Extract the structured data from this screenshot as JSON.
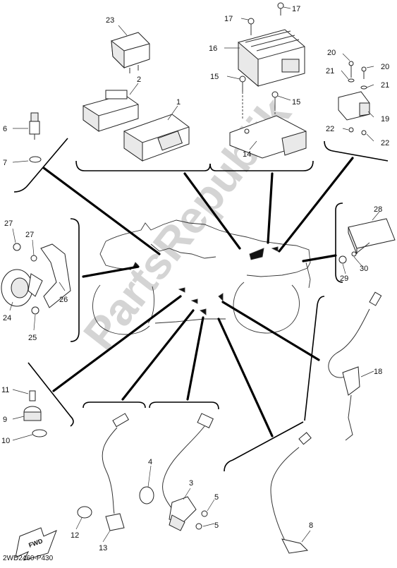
{
  "diagram": {
    "code": "2WD2460-P430",
    "fwd_label": "FWD",
    "watermark": "PartsRepublik",
    "callouts": {
      "c1": "1",
      "c2": "2",
      "c3": "3",
      "c4": "4",
      "c5a": "5",
      "c5b": "5",
      "c6": "6",
      "c7": "7",
      "c8": "8",
      "c9": "9",
      "c10": "10",
      "c11": "11",
      "c12": "12",
      "c13": "13",
      "c14": "14",
      "c15a": "15",
      "c15b": "15",
      "c16": "16",
      "c17a": "17",
      "c17b": "17",
      "c18": "18",
      "c19": "19",
      "c20a": "20",
      "c20b": "20",
      "c21a": "21",
      "c21b": "21",
      "c22a": "22",
      "c22b": "22",
      "c23": "23",
      "c24": "24",
      "c25": "25",
      "c26": "26",
      "c27a": "27",
      "c27b": "27",
      "c28": "28",
      "c29": "29",
      "c30": "30"
    }
  }
}
